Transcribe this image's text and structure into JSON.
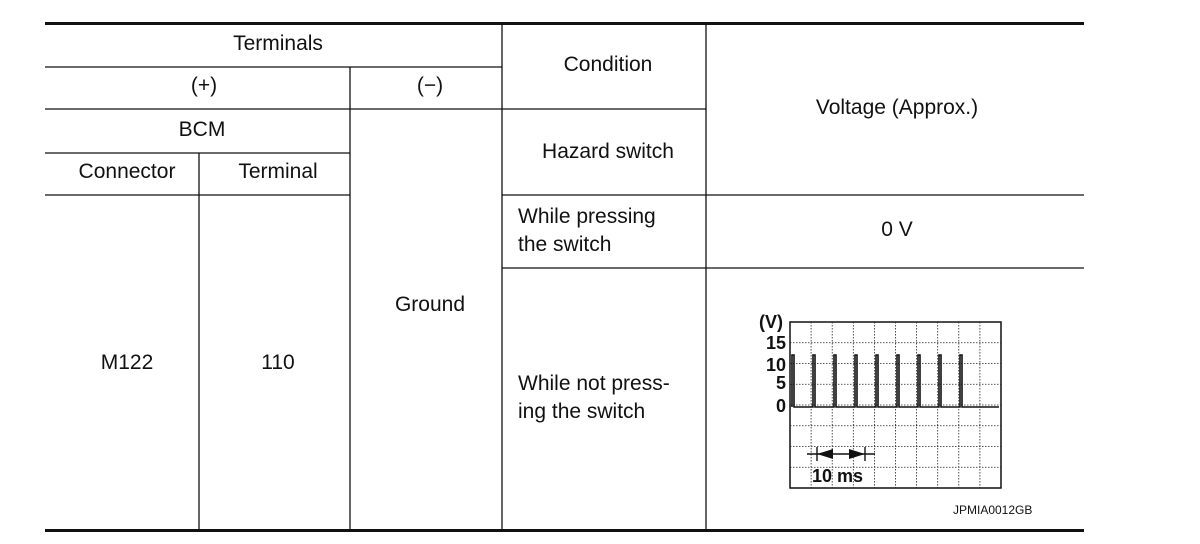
{
  "header": {
    "terminals": "Terminals",
    "plus": "(+)",
    "minus": "(−)",
    "condition": "Condition",
    "voltage": "Voltage (Approx.)",
    "unit": "BCM",
    "connector": "Connector",
    "terminal": "Terminal",
    "item": "Hazard switch"
  },
  "row": {
    "connector": "M122",
    "terminal": "110",
    "ground": "Ground",
    "cond1": [
      "While pressing",
      "the switch"
    ],
    "volt1": "0 V",
    "cond2": [
      "While not press-",
      "ing the switch"
    ]
  },
  "waveform": {
    "y_unit": "(V)",
    "y_ticks": [
      "15",
      "10",
      "5",
      "0"
    ],
    "time_label": "10 ms",
    "code": "JPMIA0012GB",
    "pulses": 9
  }
}
